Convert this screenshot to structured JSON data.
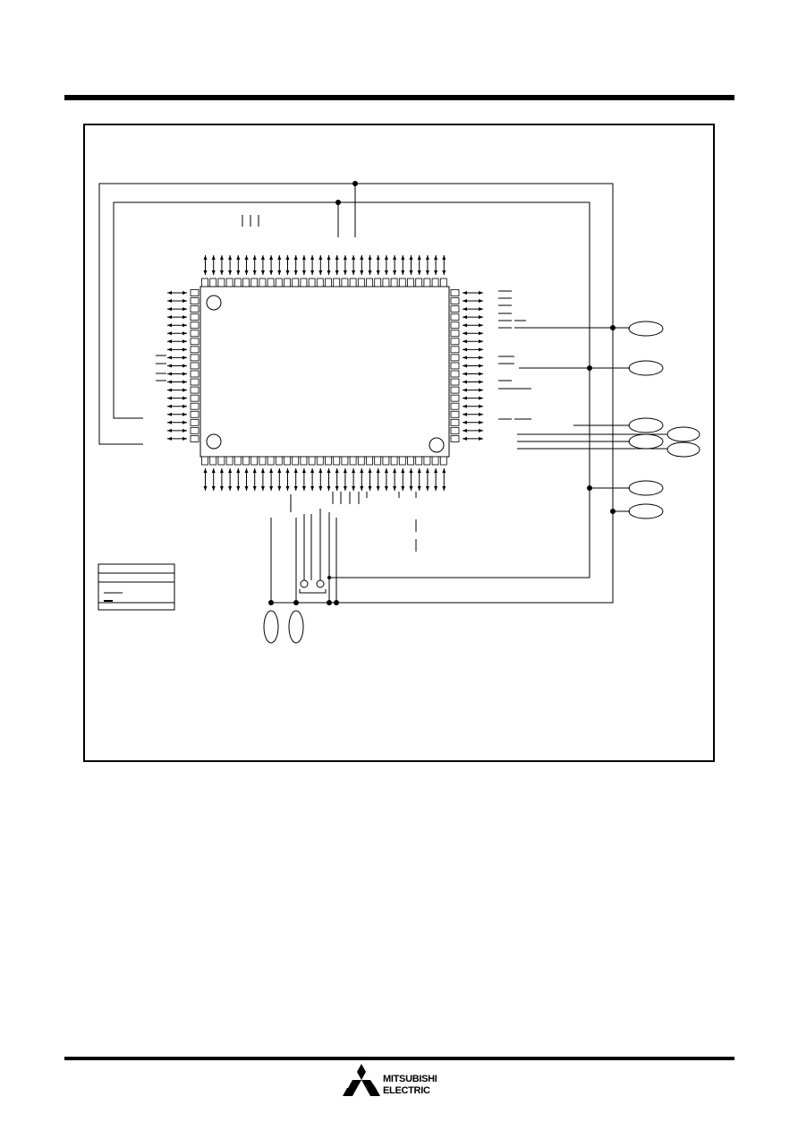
{
  "brand": {
    "line1": "MITSUBISHI",
    "line2": "ELECTRIC"
  },
  "diagram": {
    "chip_pins_per_long_side": 30,
    "chip_pins_per_short_side": 19
  },
  "colors": {
    "ink": "#000000",
    "paper": "#ffffff"
  }
}
